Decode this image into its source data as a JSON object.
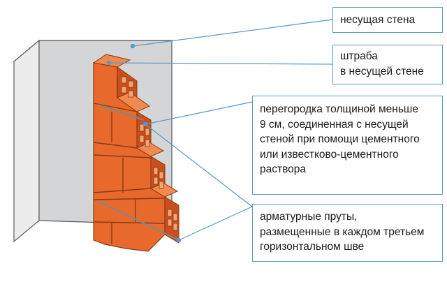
{
  "labels": {
    "load_bearing_wall": {
      "lines": [
        "несущая стена"
      ]
    },
    "chase": {
      "lines": [
        "штраба",
        "в несущей стене"
      ]
    },
    "partition": {
      "lines": [
        "перегородка толщиной меньше",
        "9 см, соединенная с несущей",
        "стеной при помощи цементного",
        "или известково-цементного",
        "раствора"
      ]
    },
    "rebar": {
      "lines": [
        "арматурные пруты,",
        "размещенные в каждом третьем",
        "горизонтальном шве"
      ]
    }
  },
  "colors": {
    "wall_face": "#d4d5d6",
    "wall_top": "#ffffff",
    "wall_side": "#ececec",
    "outline": "#5a5a5a",
    "brick": "#e8692c",
    "brick_dark": "#c94f1c",
    "brick_hole": "#f4a477",
    "leader": "#5b97c9"
  }
}
